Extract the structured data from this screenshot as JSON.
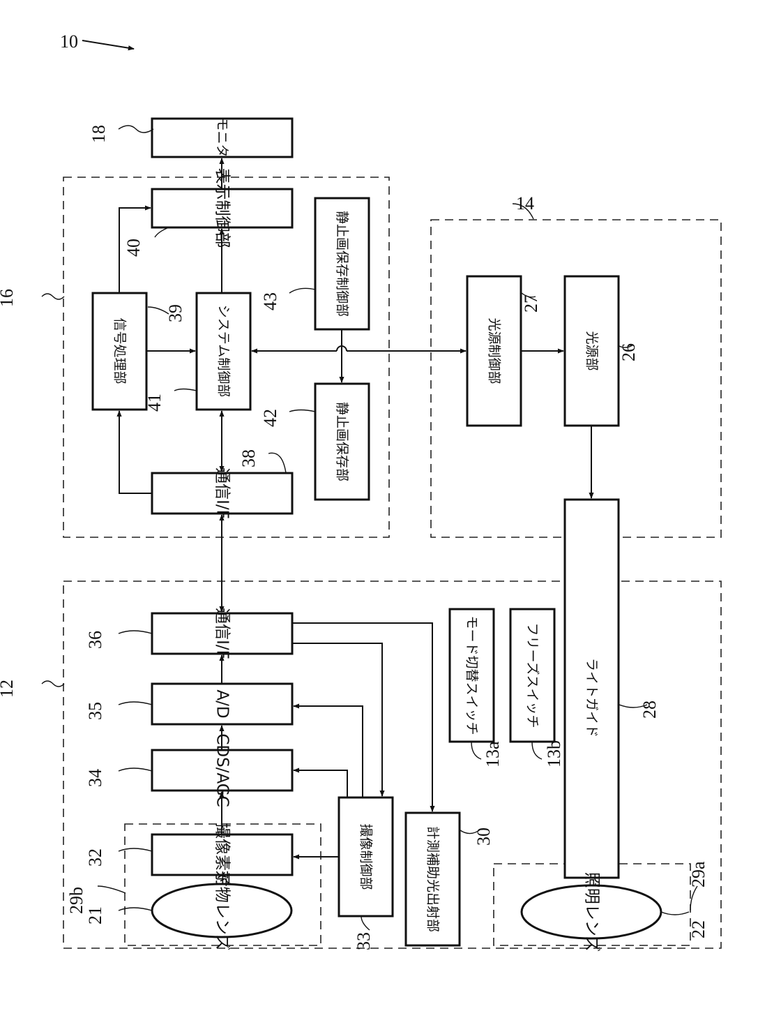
{
  "figure_ref": "10",
  "groups": {
    "processor": "16",
    "light_source_device": "14",
    "endoscope": "12"
  },
  "blocks": {
    "monitor": {
      "ref": "18",
      "label": "モニタ"
    },
    "display_ctrl": {
      "ref": "40",
      "label": "表示制御部"
    },
    "signal_proc": {
      "ref": "39",
      "label": "信号処理部"
    },
    "system_ctrl": {
      "ref": "41",
      "label": "システム制御部"
    },
    "still_save_ctrl": {
      "ref": "43",
      "label": "静止画保存制御部"
    },
    "still_storage": {
      "ref": "42",
      "label": "静止画保存部"
    },
    "comm_if_proc": {
      "ref": "38",
      "label": "通信I/F"
    },
    "light_ctrl": {
      "ref": "27",
      "label": "光源制御部"
    },
    "light_source": {
      "ref": "26",
      "label": "光源部"
    },
    "light_guide": {
      "ref": "28",
      "label": "ライトガイド"
    },
    "comm_if_scope": {
      "ref": "36",
      "label": "通信I/F"
    },
    "ad": {
      "ref": "35",
      "label": "A/D"
    },
    "cds_agc": {
      "ref": "34",
      "label": "CDS/AGC"
    },
    "image_sensor": {
      "ref": "32",
      "label": "撮像素子"
    },
    "imaging_ctrl": {
      "ref": "33",
      "label": "撮像制御部"
    },
    "aux_light": {
      "ref": "30",
      "label": "計測補助光出射部"
    },
    "mode_switch": {
      "ref": "13a",
      "label": "モード切替スイッチ"
    },
    "freeze_switch": {
      "ref": "13b",
      "label": "フリーズスイッチ"
    },
    "objective_lens": {
      "ref": "21",
      "label": "対物レンズ"
    },
    "illum_lens": {
      "ref": "22",
      "label": "照明レンズ"
    }
  },
  "sub_groups": {
    "imaging_window": "29b",
    "illum_window": "29a"
  }
}
